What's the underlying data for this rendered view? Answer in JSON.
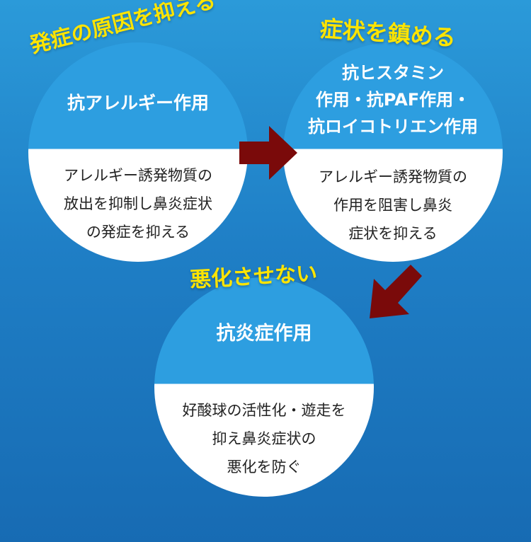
{
  "colors": {
    "background": "#1f7fc6",
    "circle_top": "#2d9ee0",
    "circle_bottom": "#ffffff",
    "heading": "#ffe400",
    "arrow": "#7a0a0a"
  },
  "steps": [
    {
      "heading": "発症の原因を抑える",
      "title": "抗アレルギー作用",
      "description": "アレルギー誘発物質の\n放出を抑制し鼻炎症状\nの発症を抑える"
    },
    {
      "heading": "症状を鎮める",
      "title": "抗ヒスタミン\n作用・抗PAF作用・\n抗ロイコトリエン作用",
      "description": "アレルギー誘発物質の\n作用を阻害し鼻炎\n症状を抑える"
    },
    {
      "heading": "悪化させない",
      "title": "抗炎症作用",
      "description": "好酸球の活性化・遊走を\n抑え鼻炎症状の\n悪化を防ぐ"
    }
  ],
  "arrows": [
    {
      "icon": "arrow-right-icon"
    },
    {
      "icon": "arrow-down-left-icon"
    }
  ]
}
